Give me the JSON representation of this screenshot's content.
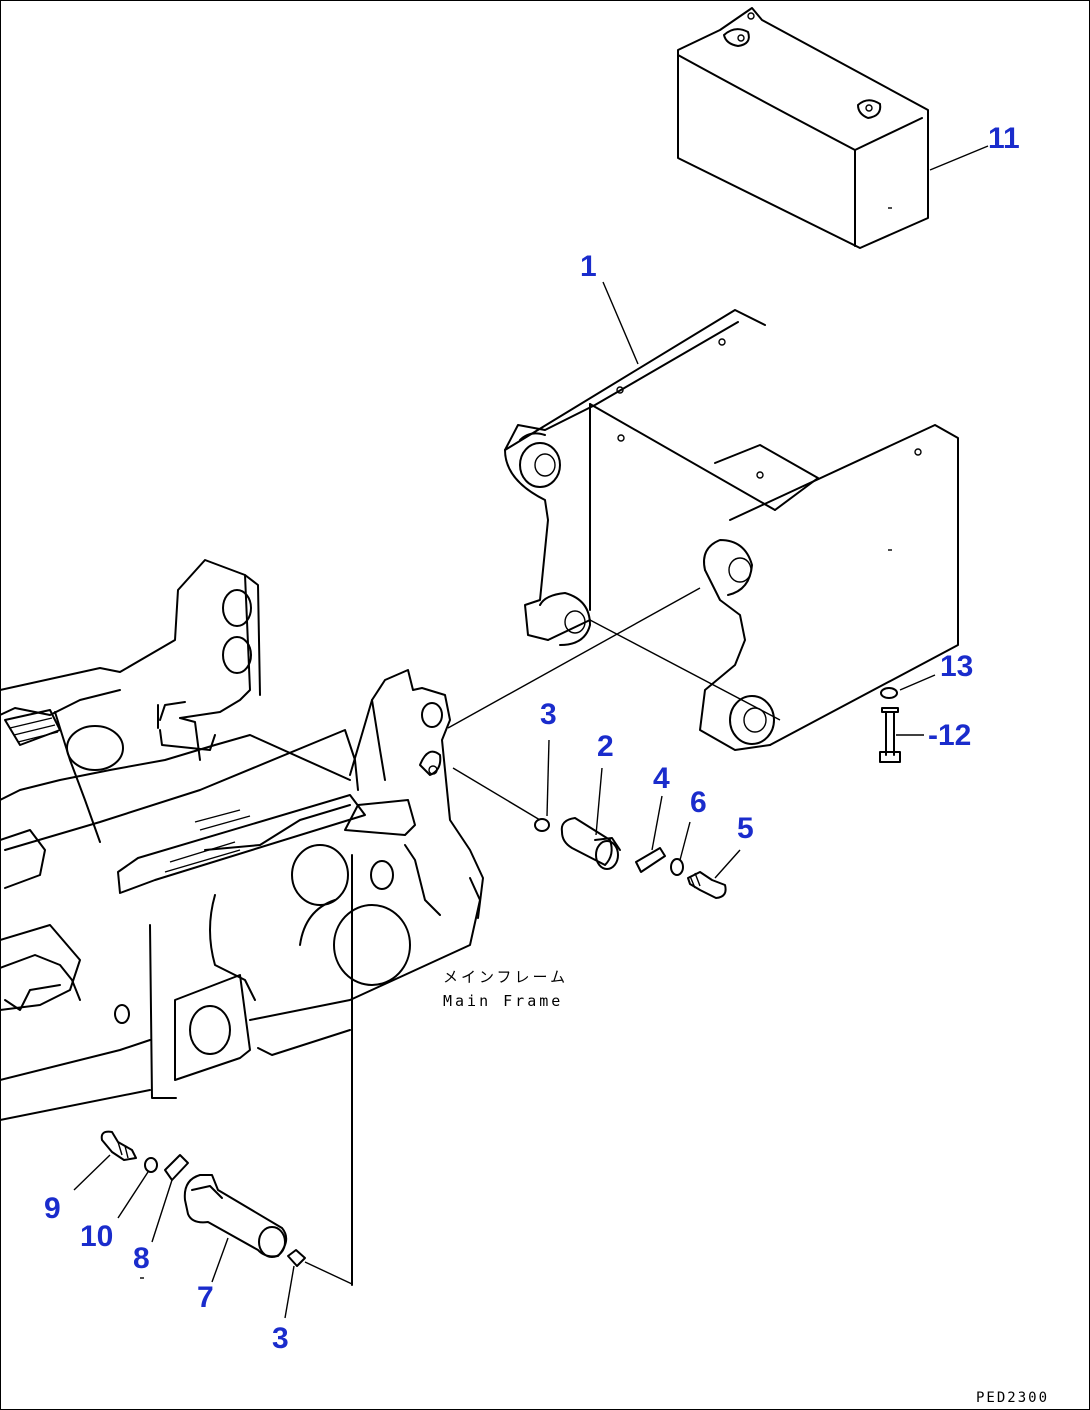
{
  "callouts": {
    "c1": "1",
    "c2": "2",
    "c3a": "3",
    "c3b": "3",
    "c4": "4",
    "c5": "5",
    "c6": "6",
    "c7": "7",
    "c8": "8",
    "c9": "9",
    "c10": "10",
    "c11": "11",
    "c12": "-12",
    "c13": "13"
  },
  "labels": {
    "main_frame_jp": "メインフレーム",
    "main_frame_en": "Main Frame",
    "drawing_code": "PED2300"
  },
  "colors": {
    "callout": "#1a2ccc",
    "line": "#000000"
  }
}
